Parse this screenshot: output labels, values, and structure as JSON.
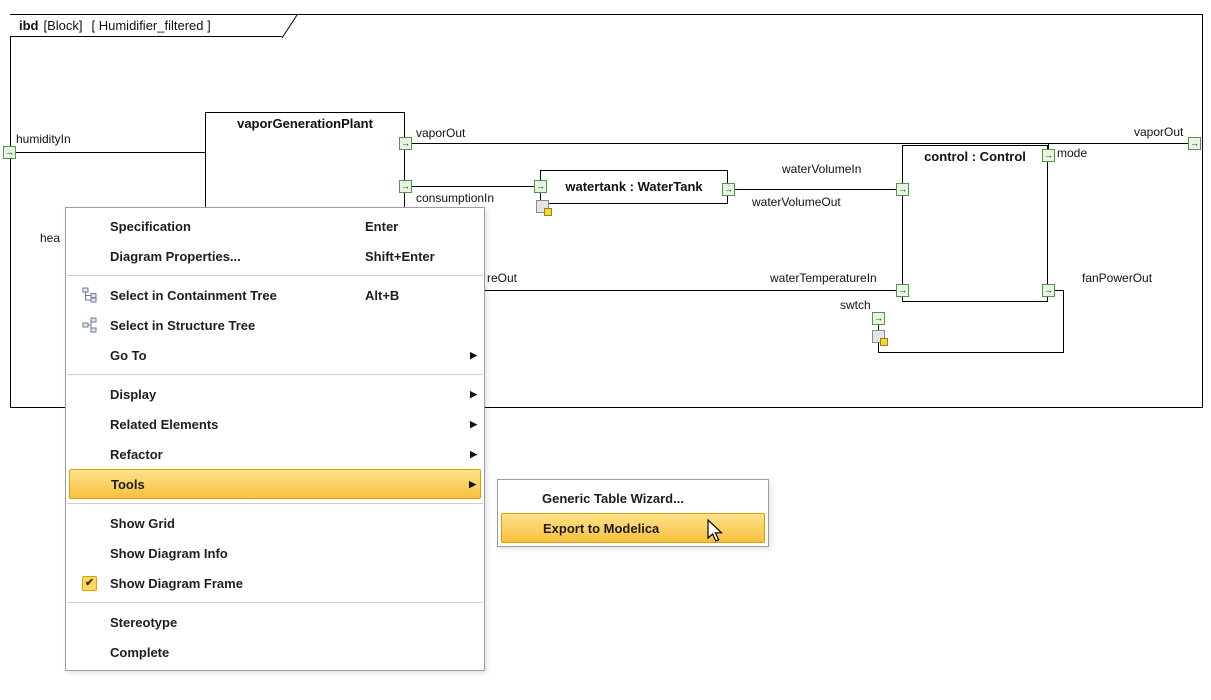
{
  "frame": {
    "kind": "ibd",
    "classifier": "[Block]",
    "name": "[ Humidifier_filtered ]"
  },
  "diagram": {
    "blocks": {
      "vapor_plant": "vaporGenerationPlant",
      "watertank": "watertank : WaterTank",
      "control": "control : Control"
    },
    "labels": {
      "humidityIn": "humidityIn",
      "vaporOut_plant": "vaporOut",
      "consumptionIn": "consumptionIn",
      "waterVolumeIn": "waterVolumeIn",
      "waterVolumeOut": "waterVolumeOut",
      "vaporOut_frame": "vaporOut",
      "mode": "mode",
      "waterTemperatureIn": "waterTemperatureIn",
      "fanPowerOut": "fanPowerOut",
      "swtch": "swtch",
      "partial_heat": "hea",
      "partial_reOut": "reOut"
    }
  },
  "context_menu": {
    "items": [
      {
        "label": "Specification",
        "shortcut": "Enter"
      },
      {
        "label": "Diagram Properties...",
        "shortcut": "Shift+Enter"
      },
      {
        "label": "Select in Containment Tree",
        "shortcut": "Alt+B"
      },
      {
        "label": "Select in Structure Tree",
        "shortcut": ""
      },
      {
        "label": "Go To",
        "shortcut": ""
      },
      {
        "label": "Display",
        "shortcut": ""
      },
      {
        "label": "Related Elements",
        "shortcut": ""
      },
      {
        "label": "Refactor",
        "shortcut": ""
      },
      {
        "label": "Tools",
        "shortcut": ""
      },
      {
        "label": "Show Grid",
        "shortcut": ""
      },
      {
        "label": "Show Diagram Info",
        "shortcut": ""
      },
      {
        "label": "Show Diagram Frame",
        "shortcut": ""
      },
      {
        "label": "Stereotype",
        "shortcut": ""
      },
      {
        "label": "Complete",
        "shortcut": ""
      }
    ]
  },
  "submenu": {
    "items": [
      {
        "label": "Generic Table Wizard..."
      },
      {
        "label": "Export to Modelica"
      }
    ]
  },
  "icons": {
    "flow_port_arrow": "→",
    "checkmark": "✔",
    "submenu_arrow": "▶"
  },
  "colors": {
    "highlight_top": "#fde28a",
    "highlight_bottom": "#f7c13e",
    "highlight_border": "#dd9f00",
    "port_bg": "#e7f4de",
    "port_border": "#55924e"
  }
}
